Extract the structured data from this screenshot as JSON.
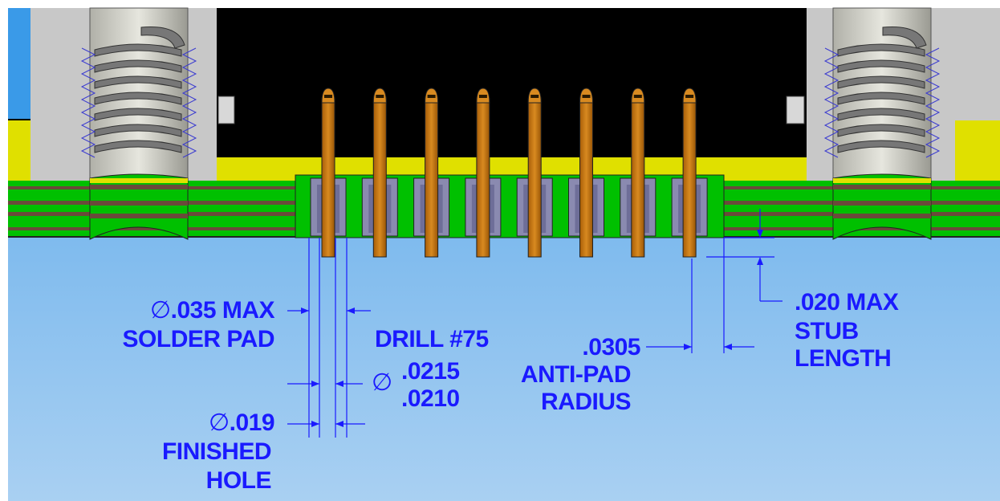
{
  "annotations": {
    "solder_pad": {
      "symbol": "∅",
      "value": ".035 MAX",
      "label": "SOLDER PAD"
    },
    "drill": {
      "label": "DRILL #75",
      "symbol": "∅",
      "value_max": ".0215",
      "value_min": ".0210"
    },
    "anti_pad": {
      "value": ".0305",
      "line1": "ANTI-PAD",
      "line2": "RADIUS"
    },
    "stub": {
      "line1": ".020 MAX",
      "line2": "STUB",
      "line3": "LENGTH"
    },
    "finished_hole": {
      "symbol": "∅",
      "value": ".019",
      "line1": "FINISHED",
      "line2": "HOLE"
    }
  },
  "colors": {
    "dimension_text": "#1a1aff",
    "background_top": "#5aa8ea",
    "background_bottom": "#a9d0f2",
    "cavity": "#000000",
    "pcb_green": "#00c000",
    "copper_layer": "#6a4a3a",
    "pin": "#c87a10",
    "housing": "#c8c8c8",
    "solder_mask": "#e0e000"
  },
  "pins": {
    "count": 8
  },
  "icons": [
    "screw-thread-icon",
    "diameter-symbol"
  ]
}
